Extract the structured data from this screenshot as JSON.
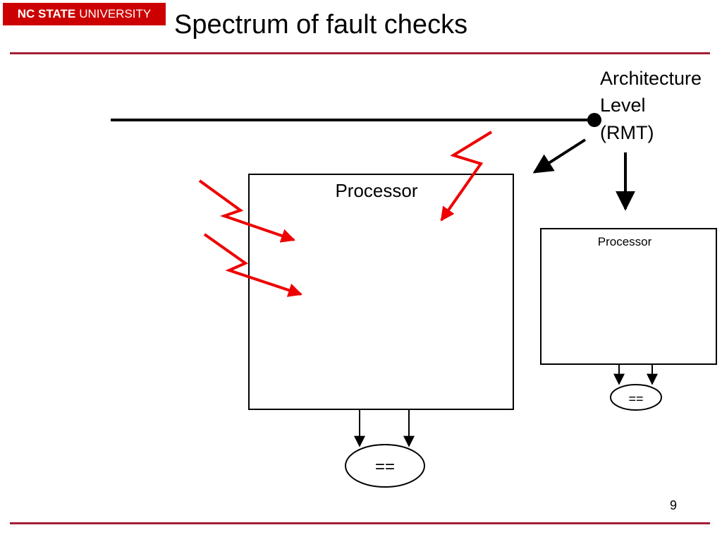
{
  "header": {
    "logo_bold": "NC STATE",
    "logo_light": "UNIVERSITY",
    "title": "Spectrum of fault checks"
  },
  "diagram": {
    "level_label_lines": [
      "Architecture",
      "Level",
      "(RMT)"
    ],
    "big_processor_label": "Processor",
    "small_processor_label": "Processor",
    "big_comparator_label": "==",
    "small_comparator_label": "==",
    "colors": {
      "fault_strike": "#ee0000",
      "accent_rule": "#a31f34",
      "logo_bg": "#cc0000",
      "line": "#000000"
    }
  },
  "footer": {
    "page_number": "9"
  }
}
